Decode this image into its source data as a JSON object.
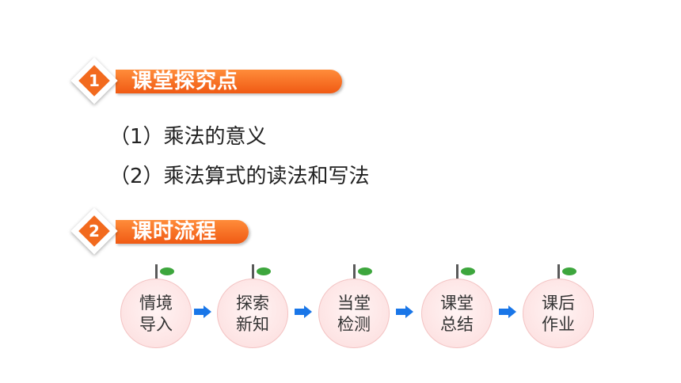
{
  "section1": {
    "number": "1",
    "title": "课堂探究点"
  },
  "points": [
    "（1）乘法的意义",
    "（2）乘法算式的读法和写法"
  ],
  "section2": {
    "number": "2",
    "title": "课时流程"
  },
  "flow": [
    {
      "line1": "情境",
      "line2": "导入"
    },
    {
      "line1": "探索",
      "line2": "新知"
    },
    {
      "line1": "当堂",
      "line2": "检测"
    },
    {
      "line1": "课堂",
      "line2": "总结"
    },
    {
      "line1": "课后",
      "line2": "作业"
    }
  ],
  "colors": {
    "accent": "#f26a1e",
    "arrow": "#1976e8",
    "leaf": "#3da63d",
    "peach": "#fde3e3"
  },
  "icons": {
    "arrow": "right-arrow-icon",
    "leaf": "leaf-icon"
  }
}
